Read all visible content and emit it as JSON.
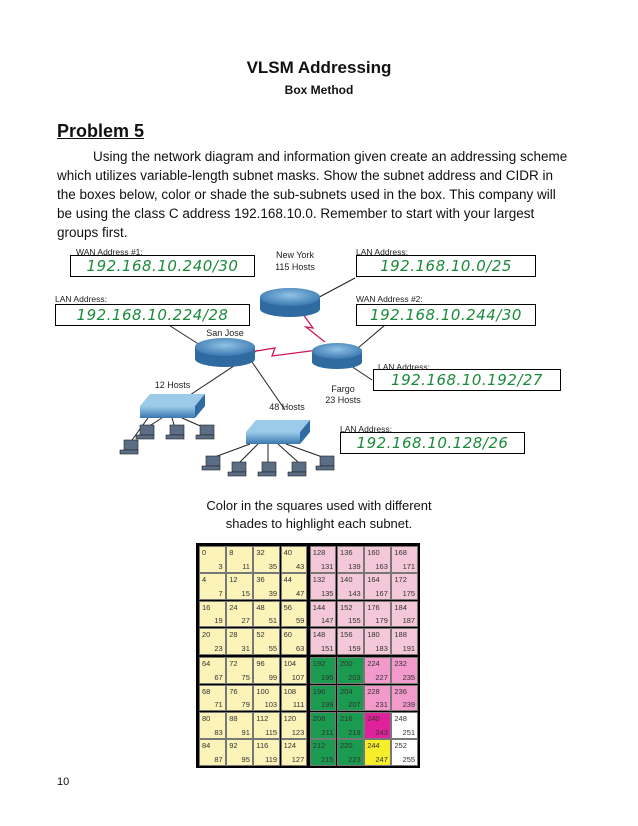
{
  "header": {
    "title": "VLSM Addressing",
    "subtitle": "Box Method"
  },
  "problem": {
    "heading": "Problem 5",
    "text": "Using the network diagram and information given create an addressing scheme which utilizes variable-length subnet masks.  Show the subnet address and CIDR in the boxes below, color or shade the sub-subnets used in the box.  This company will be using the class C address 192.168.10.0. Remember to start with your largest groups first."
  },
  "diagram": {
    "wan1": {
      "label": "WAN Address #1:",
      "value": "192.168.10.240/30"
    },
    "lan_ny": {
      "label": "LAN Address:",
      "value": "192.168.10.0/25"
    },
    "lan_sj": {
      "label": "LAN Address:",
      "value": "192.168.10.224/28"
    },
    "wan2": {
      "label": "WAN Address #2:",
      "value": "192.168.10.244/30"
    },
    "lan_fargo": {
      "label": "LAN Address:",
      "value": "192.168.10.192/27"
    },
    "lan_48": {
      "label": "LAN Address:",
      "value": "192.168.10.128/26"
    },
    "ny": {
      "name": "New York",
      "hosts": "115 Hosts"
    },
    "sj": {
      "name": "San Jose"
    },
    "fargo": {
      "name": "Fargo",
      "hosts": "23 Hosts"
    },
    "sw12": {
      "hosts": "12 Hosts"
    },
    "sw48": {
      "hosts": "48 Hosts"
    }
  },
  "caption": {
    "line1": "Color in the squares used with different",
    "line2": "shades to highlight each subnet."
  },
  "page_number": "10",
  "colors": {
    "lan115": "#fbf3b8",
    "lan48": "#f4c8d8",
    "lan23": "#1a9b4f",
    "lan12": "#f29acb",
    "wan1": "#e1219b",
    "wan2": "#f7ee2a",
    "unused": "#ffffff"
  },
  "grid": {
    "cells": [
      [
        [
          0,
          3
        ],
        [
          8,
          11
        ],
        [
          32,
          35
        ],
        [
          40,
          43
        ],
        [
          128,
          131
        ],
        [
          136,
          139
        ],
        [
          160,
          163
        ],
        [
          168,
          171
        ]
      ],
      [
        [
          4,
          7
        ],
        [
          12,
          15
        ],
        [
          36,
          39
        ],
        [
          44,
          47
        ],
        [
          132,
          135
        ],
        [
          140,
          143
        ],
        [
          164,
          167
        ],
        [
          172,
          175
        ]
      ],
      [
        [
          16,
          19
        ],
        [
          24,
          27
        ],
        [
          48,
          51
        ],
        [
          56,
          59
        ],
        [
          144,
          147
        ],
        [
          152,
          155
        ],
        [
          176,
          179
        ],
        [
          184,
          187
        ]
      ],
      [
        [
          20,
          23
        ],
        [
          28,
          31
        ],
        [
          52,
          55
        ],
        [
          60,
          63
        ],
        [
          148,
          151
        ],
        [
          156,
          159
        ],
        [
          180,
          183
        ],
        [
          188,
          191
        ]
      ],
      [
        [
          64,
          67
        ],
        [
          72,
          75
        ],
        [
          96,
          99
        ],
        [
          104,
          107
        ],
        [
          192,
          195
        ],
        [
          200,
          203
        ],
        [
          224,
          227
        ],
        [
          232,
          235
        ]
      ],
      [
        [
          68,
          71
        ],
        [
          76,
          79
        ],
        [
          100,
          103
        ],
        [
          108,
          111
        ],
        [
          196,
          199
        ],
        [
          204,
          207
        ],
        [
          228,
          231
        ],
        [
          236,
          239
        ]
      ],
      [
        [
          80,
          83
        ],
        [
          88,
          91
        ],
        [
          112,
          115
        ],
        [
          120,
          123
        ],
        [
          208,
          211
        ],
        [
          216,
          219
        ],
        [
          240,
          243
        ],
        [
          248,
          251
        ]
      ],
      [
        [
          84,
          87
        ],
        [
          92,
          95
        ],
        [
          116,
          119
        ],
        [
          124,
          127
        ],
        [
          212,
          215
        ],
        [
          220,
          223
        ],
        [
          244,
          247
        ],
        [
          252,
          255
        ]
      ]
    ]
  }
}
